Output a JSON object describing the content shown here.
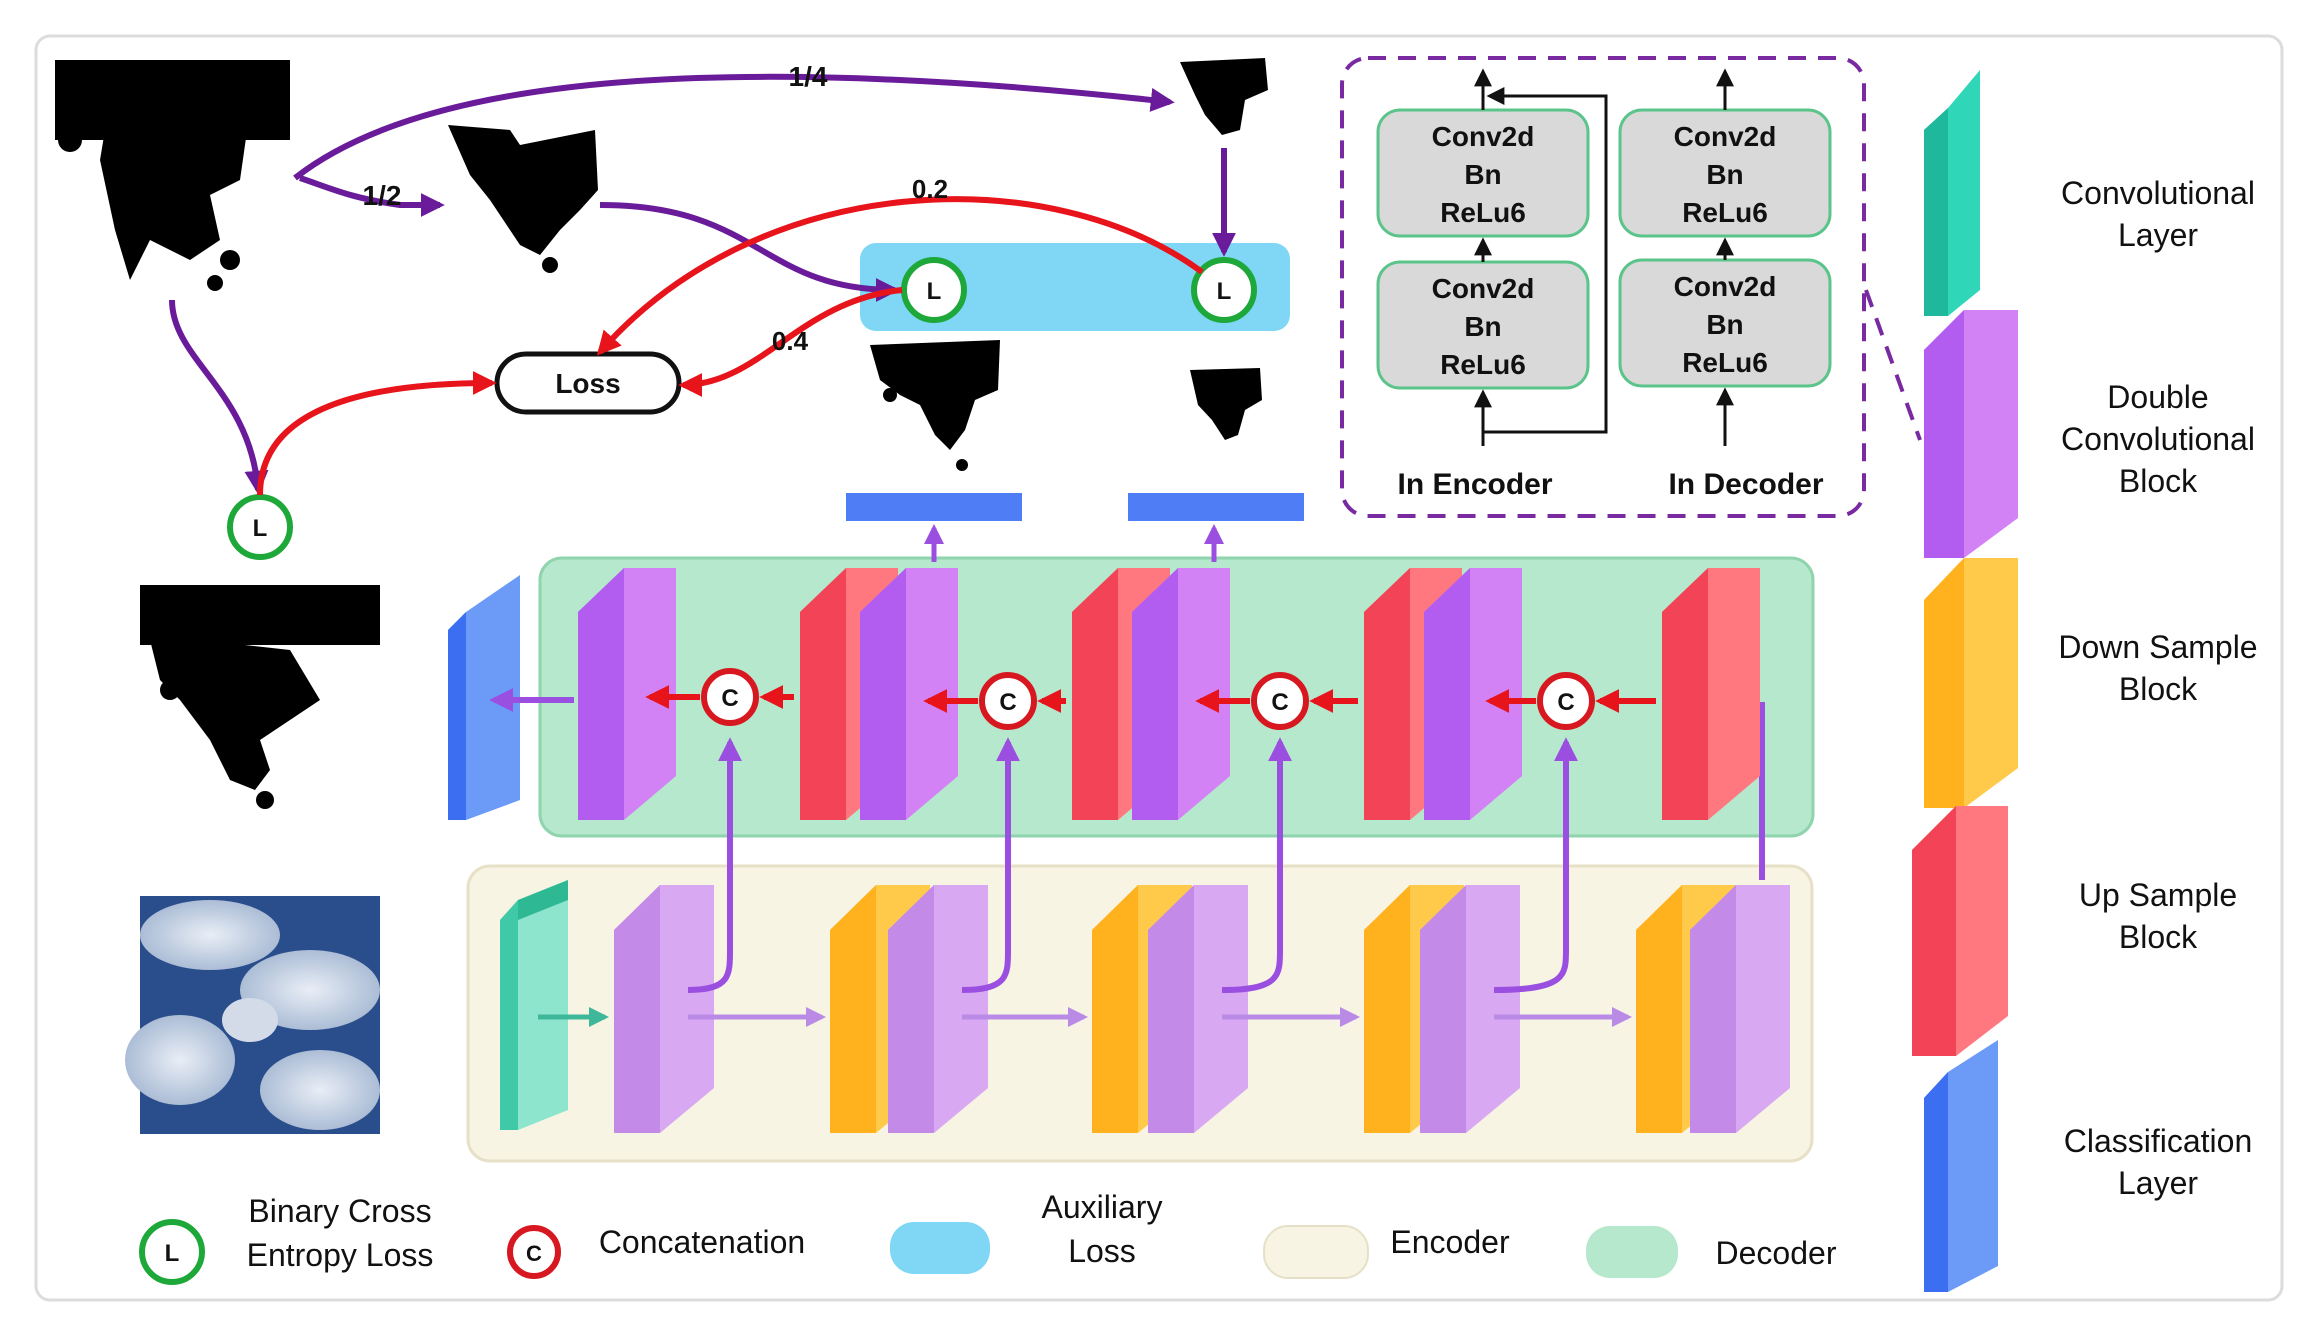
{
  "labels": {
    "half": "1/2",
    "quarter": "1/4",
    "w02": "0.2",
    "w04": "0.4",
    "loss": "Loss",
    "L": "L",
    "C": "C"
  },
  "inset": {
    "conv": "Conv2d",
    "bn": "Bn",
    "relu": "ReLu6",
    "in_encoder": "In Encoder",
    "in_decoder": "In Decoder"
  },
  "side_legend": {
    "conv1": "Convolutional",
    "conv2": "Layer",
    "dbl1": "Double",
    "dbl2": "Convolutional",
    "dbl3": "Block",
    "down1": "Down Sample",
    "down2": "Block",
    "up1": "Up Sample",
    "up2": "Block",
    "cls1": "Classification",
    "cls2": "Layer"
  },
  "bottom_legend": {
    "bce1": "Binary Cross",
    "bce2": "Entropy Loss",
    "concat": "Concatenation",
    "aux1": "Auxiliary",
    "aux2": "Loss",
    "encoder": "Encoder",
    "decoder": "Decoder"
  },
  "colors": {
    "conv": "#2fd6b8",
    "double": "#c77af5",
    "down": "#ffb21e",
    "up": "#ff5f6a",
    "cls": "#4f86f7",
    "aux_fill": "#7fd7f5",
    "encoder_fill": "#f7f4e4",
    "decoder_fill": "#b5e8cc",
    "purple_arrow": "#6a1b9a",
    "red_arrow": "#e8141c",
    "loss_green": "#1ea83a",
    "concat_red": "#d81820"
  }
}
